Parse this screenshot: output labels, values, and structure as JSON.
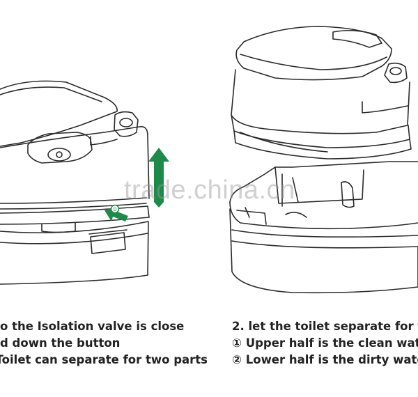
{
  "watermark": "trade.china.cn",
  "left_caption": [
    "o the Isolation valve is close",
    "d down the button",
    "Toilet can separate for two parts"
  ],
  "right_caption": [
    "2. let the toilet separate for tw",
    "① Upper half is the clean wat",
    "② Lower half is the dirty wate"
  ],
  "colors": {
    "arrow": "#1e8a4a",
    "line": "#2a2a2a"
  }
}
